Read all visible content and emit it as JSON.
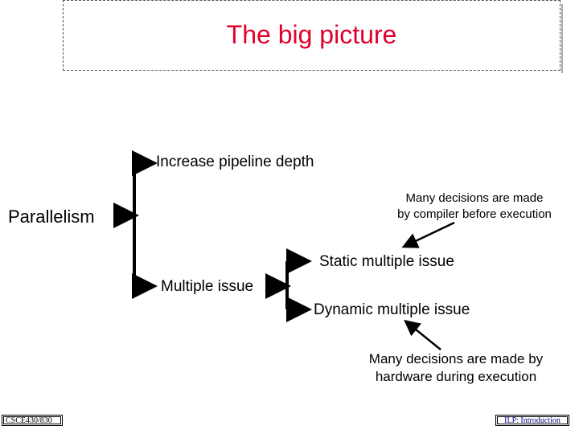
{
  "title": "The big picture",
  "nodes": {
    "root": "Parallelism",
    "pipeline": "Increase pipeline depth",
    "multiple_issue": "Multiple issue",
    "static_issue": "Static multiple issue",
    "dynamic_issue": "Dynamic multiple issue"
  },
  "notes": {
    "compiler_line1": "Many decisions are made",
    "compiler_line2": "by compiler before execution",
    "hardware_line1": "Many decisions are made by",
    "hardware_line2": "hardware during execution"
  },
  "footer": {
    "course": "CSCE430/830",
    "topic": "ILP: Introduction"
  },
  "colors": {
    "title": "#e0002a"
  }
}
